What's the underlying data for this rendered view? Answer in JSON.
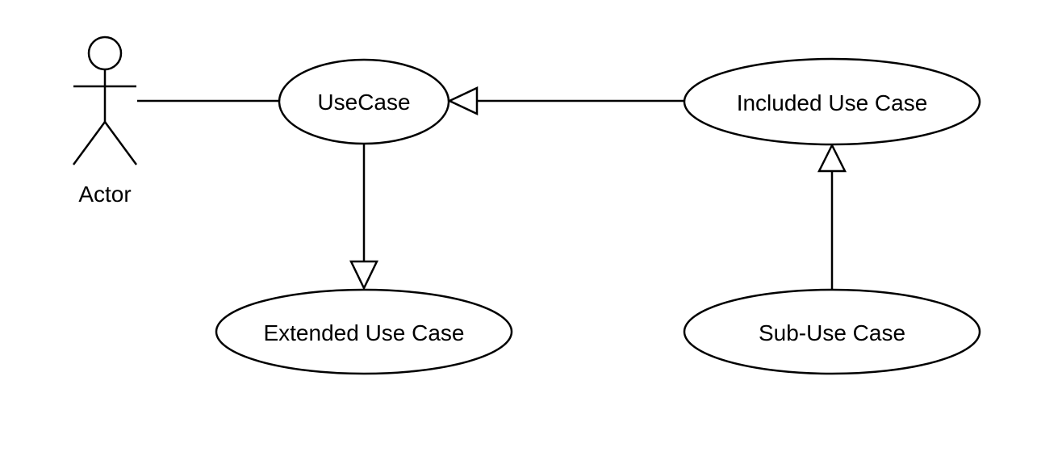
{
  "actor": {
    "label": "Actor"
  },
  "use_cases": {
    "main": "UseCase",
    "included": "Included Use Case",
    "extended": "Extended Use Case",
    "sub": "Sub-Use Case"
  },
  "colors": {
    "line": "#000000",
    "fill": "#ffffff",
    "background": "#ffffff"
  }
}
